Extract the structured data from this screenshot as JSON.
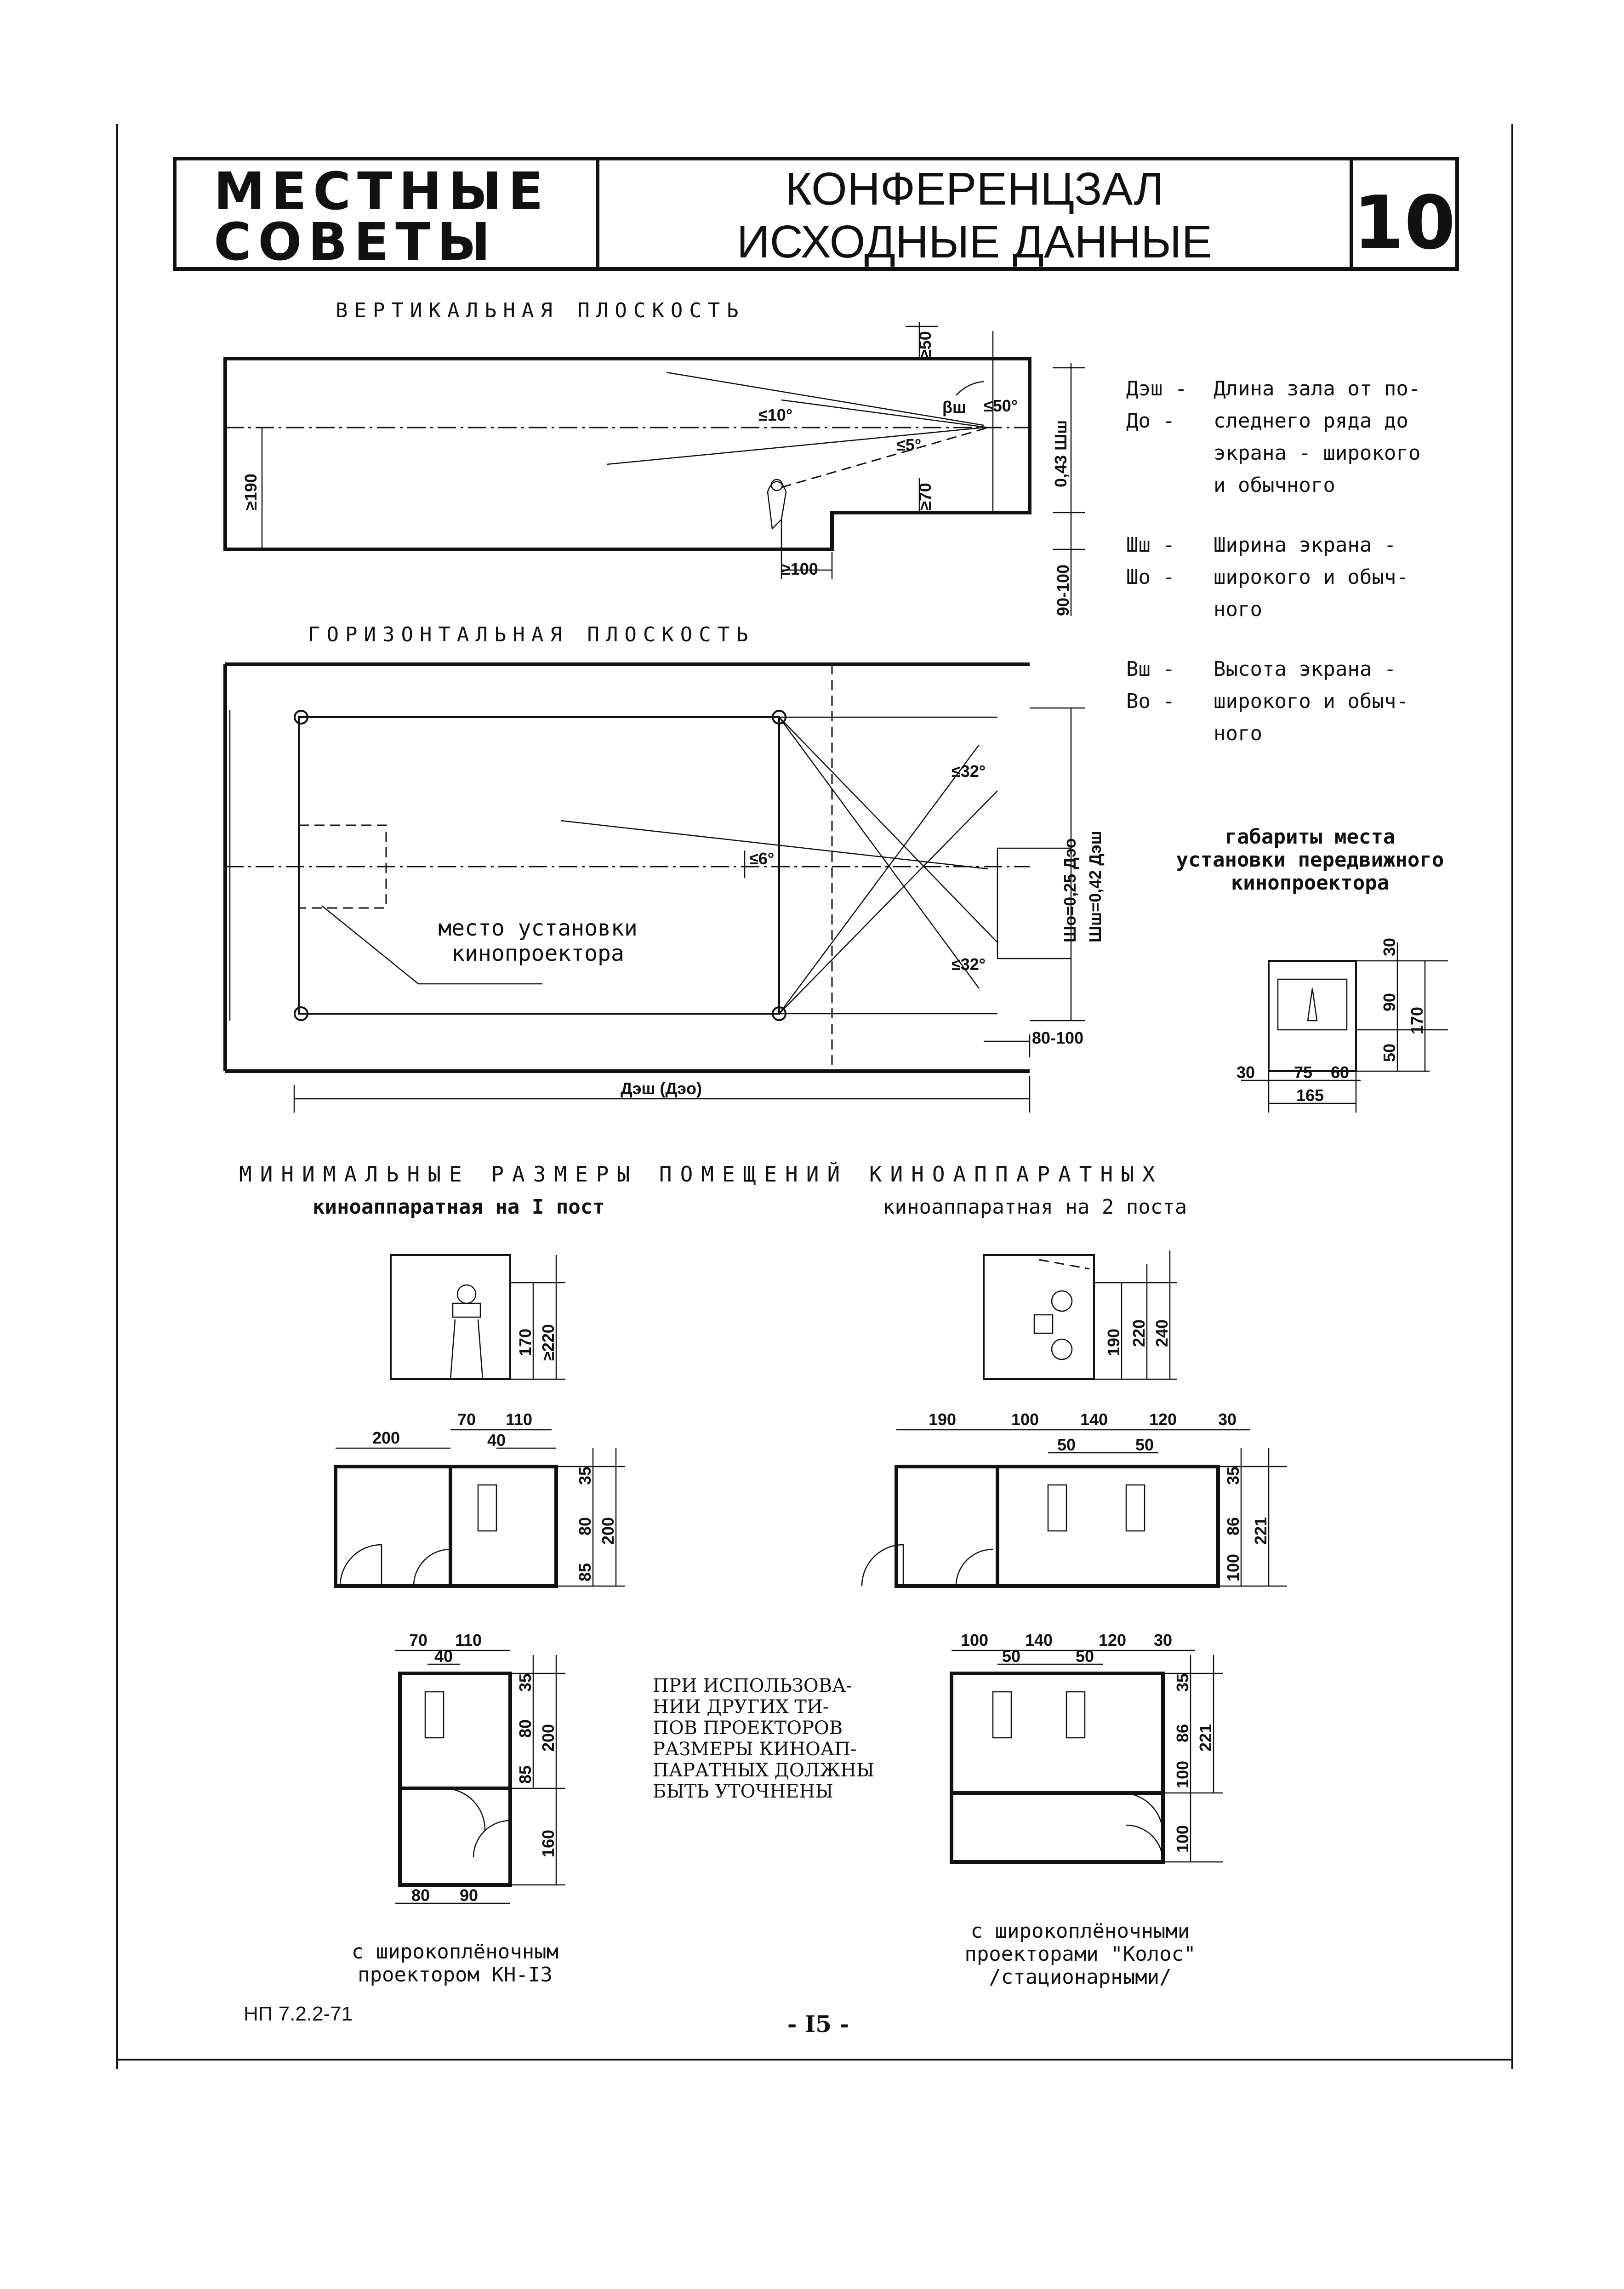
{
  "header": {
    "left_line1": "МЕСТНЫЕ",
    "left_line2": "СОВЕТЫ",
    "title_line1": "КОНФЕРЕНЦЗАЛ",
    "title_line2": "ИСХОДНЫЕ  ДАННЫЕ",
    "sheet_number": "10"
  },
  "vertical": {
    "heading": "ВЕРТИКАЛЬНАЯ  ПЛОСКОСТЬ",
    "dims": {
      "top": "≥50",
      "angle10": "≤10°",
      "angle5": "≤5°",
      "angle50": "≤50°",
      "beta": "βш",
      "h190": "≥190",
      "h70": "≥70",
      "h043": "0,43 Шш",
      "w100": "≥100",
      "h90_100": "90-100"
    }
  },
  "horizontal": {
    "heading": "ГОРИЗОНТАЛЬНАЯ  ПЛОСКОСТЬ",
    "dims": {
      "a32_top": "≤32°",
      "a32_bottom": "≤32°",
      "a6": "≤6°",
      "sho": "Шо=0,25 Дэо",
      "shsh": "Шш=0,42 Дэш",
      "side": "80-100",
      "length": "Дэш (Дэо)"
    },
    "projector_label_1": "место установки",
    "projector_label_2": "кинопроектора"
  },
  "legend": {
    "rows": [
      {
        "sym": "Дэш -",
        "text": "Длина зала от по-"
      },
      {
        "sym": "Дo  -",
        "text": "следнего ряда  до"
      },
      {
        "sym": "",
        "text": "экрана - широкого"
      },
      {
        "sym": "",
        "text": "и обычного"
      },
      {
        "sym": "Шш -",
        "text": "Ширина  экрана -"
      },
      {
        "sym": "Шo -",
        "text": "широкого и обыч-"
      },
      {
        "sym": "",
        "text": "ного"
      },
      {
        "sym": "Вш -",
        "text": "Высота  экрана -"
      },
      {
        "sym": "Вo -",
        "text": "широкого и обыч-"
      },
      {
        "sym": "",
        "text": "ного"
      }
    ]
  },
  "mobile_projector": {
    "title_1": "габариты места",
    "title_2": "установки передвижного",
    "title_3": "кинопроектора",
    "dims": {
      "d30top": "30",
      "d90": "90",
      "d50": "50",
      "d170": "170",
      "d30": "30",
      "d75": "75",
      "d60": "60",
      "d165": "165"
    }
  },
  "booths": {
    "heading": "МИНИМАЛЬНЫЕ  РАЗМЕРЫ  ПОМЕЩЕНИЙ  КИНОАППАРАТНЫХ",
    "one_post": "киноаппаратная на I пост",
    "two_posts": "киноаппаратная на 2 поста",
    "elev1": {
      "d170": "170",
      "d220": "≥220"
    },
    "elev2": {
      "d190": "190",
      "d220": "220",
      "d240": "240"
    },
    "plan1a": {
      "d200": "200",
      "d70": "70",
      "d110": "110",
      "d40": "40",
      "d35": "35",
      "d80": "80",
      "d85": "85",
      "d200v": "200"
    },
    "plan2a": {
      "d190": "190",
      "d100": "100",
      "d140": "140",
      "d120": "120",
      "d30": "30",
      "d50a": "50",
      "d50b": "50",
      "d35": "35",
      "d86": "86",
      "d100v": "100",
      "d221": "221"
    },
    "plan1b": {
      "d70": "70",
      "d110": "110",
      "d40": "40",
      "d35": "35",
      "d80": "80",
      "d85": "85",
      "d200": "200",
      "d160": "160",
      "d80b": "80",
      "d90": "90"
    },
    "plan2b": {
      "d100": "100",
      "d140": "140",
      "d120": "120",
      "d30": "30",
      "d50a": "50",
      "d50b": "50",
      "d35": "35",
      "d86": "86",
      "d100v": "100",
      "d221": "221",
      "d100b": "100"
    },
    "note": [
      "ПРИ ИСПОЛЬЗОВА-",
      "НИИ  ДРУГИХ ТИ-",
      "ПОВ ПРОЕКТОРОВ",
      "РАЗМЕРЫ КИНОАП-",
      "ПАРАТНЫХ ДОЛЖНЫ",
      "БЫТЬ  УТОЧНЕНЫ"
    ],
    "caption_left_1": "с широкоплёночным",
    "caption_left_2": "проектором  КН-I3",
    "caption_right_1": "с  широкоплёночными",
    "caption_right_2": "проекторами \"Колос\"",
    "caption_right_3": "/стационарными/"
  },
  "footer": {
    "code": "НП 7.2.2-71",
    "page": "- I5 -"
  }
}
